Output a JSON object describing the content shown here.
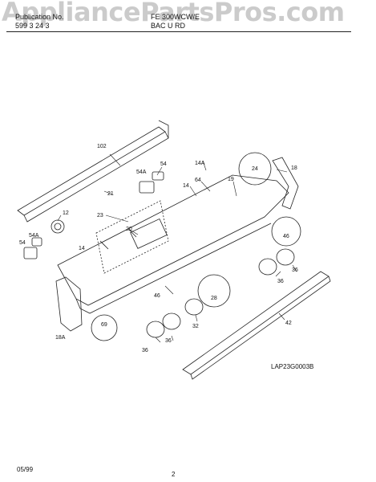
{
  "header": {
    "publication_label": "Publication No.",
    "publication_number": "599 3 24 3",
    "model": "FE 300WCW/E",
    "section": "BAC  U RD"
  },
  "watermark": "AppliancePartsPros.com",
  "diagram": {
    "code": "LAP23G0003B",
    "parts": [
      "102",
      "21",
      "23",
      "20",
      "12",
      "54A",
      "54",
      "14",
      "14A",
      "64",
      "19",
      "18",
      "24",
      "46",
      "36",
      "28",
      "46",
      "69",
      "36",
      "36",
      "32",
      "42",
      "18A",
      "54A",
      "54",
      "14"
    ]
  },
  "footer": {
    "date": "05/99",
    "page": "2"
  }
}
